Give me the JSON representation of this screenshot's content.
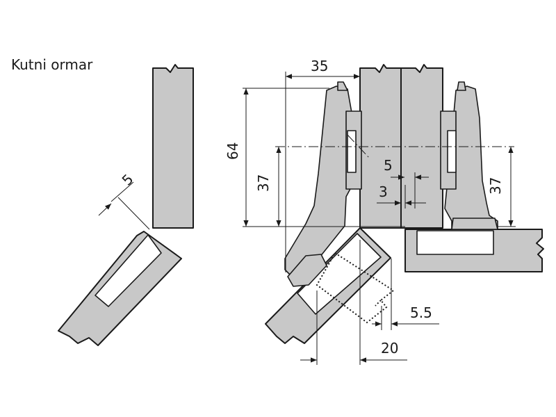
{
  "title": "Kutni ormar",
  "dimensions": {
    "d35": "35",
    "d64": "64",
    "d37_left": "37",
    "d37_right": "37",
    "d5_left": "5",
    "d5_mid": "5",
    "d3": "3",
    "d5_5": "5.5",
    "d20": "20"
  }
}
